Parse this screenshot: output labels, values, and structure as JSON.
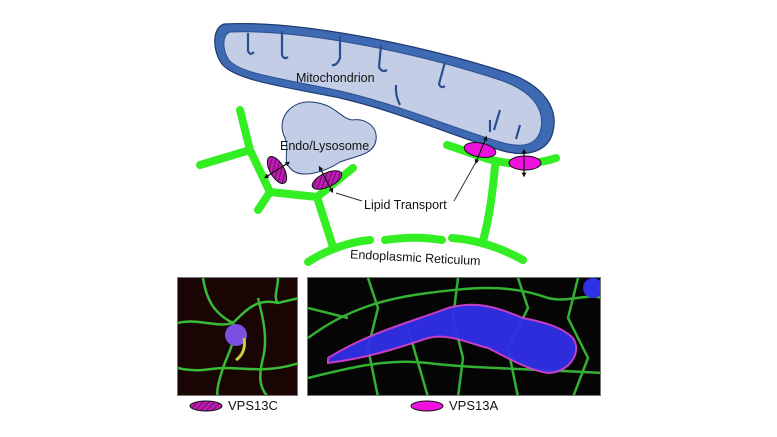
{
  "labels": {
    "mitochondrion": "Mitochondrion",
    "endolysosome": "Endo/Lysosome",
    "lipid_transport": "Lipid Transport",
    "er": "Endoplasmic Reticulum"
  },
  "legend": [
    {
      "label": "VPS13C",
      "style": "hatched"
    },
    {
      "label": "VPS13A",
      "style": "solid"
    }
  ],
  "colors": {
    "mito_fill": "#c3cde6",
    "mito_stroke": "#3d6ab3",
    "er": "#33ee22",
    "vps13": "#ee11dd"
  }
}
